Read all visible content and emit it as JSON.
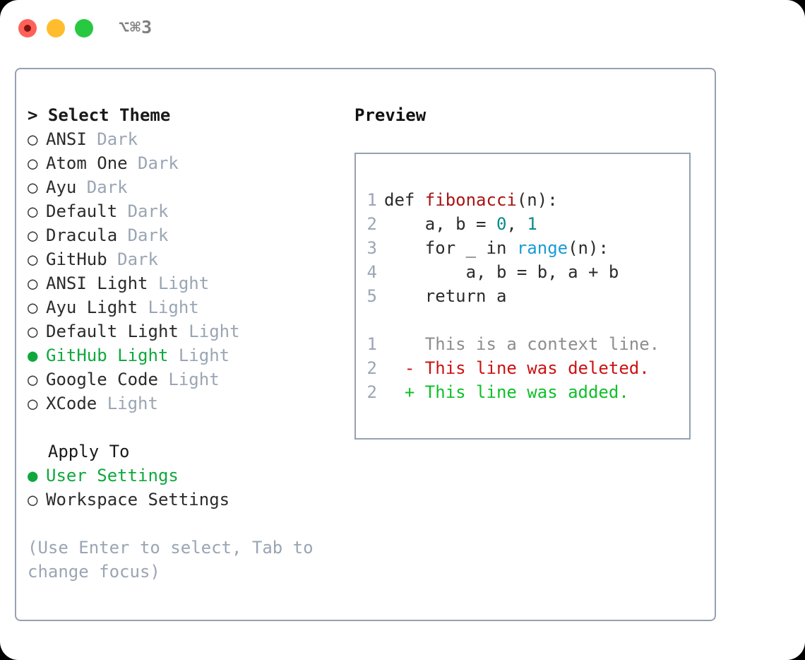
{
  "titlebar": {
    "shortcut": "⌥⌘3",
    "lights": [
      "close-red",
      "minimize-yellow",
      "zoom-green"
    ]
  },
  "theme_section": {
    "header": "> Select Theme",
    "items": [
      {
        "bullet": "○",
        "label": "ANSI",
        "suffix": "Dark",
        "selected": false
      },
      {
        "bullet": "○",
        "label": "Atom One",
        "suffix": "Dark",
        "selected": false
      },
      {
        "bullet": "○",
        "label": "Ayu",
        "suffix": "Dark",
        "selected": false
      },
      {
        "bullet": "○",
        "label": "Default",
        "suffix": "Dark",
        "selected": false
      },
      {
        "bullet": "○",
        "label": "Dracula",
        "suffix": "Dark",
        "selected": false
      },
      {
        "bullet": "○",
        "label": "GitHub",
        "suffix": "Dark",
        "selected": false
      },
      {
        "bullet": "○",
        "label": "ANSI Light",
        "suffix": "Light",
        "selected": false
      },
      {
        "bullet": "○",
        "label": "Ayu Light",
        "suffix": "Light",
        "selected": false
      },
      {
        "bullet": "○",
        "label": "Default Light",
        "suffix": "Light",
        "selected": false
      },
      {
        "bullet": "●",
        "label": "GitHub Light",
        "suffix": "Light",
        "selected": true
      },
      {
        "bullet": "○",
        "label": "Google Code",
        "suffix": "Light",
        "selected": false
      },
      {
        "bullet": "○",
        "label": "XCode",
        "suffix": "Light",
        "selected": false
      }
    ]
  },
  "apply_section": {
    "header": "  Apply To",
    "items": [
      {
        "bullet": "●",
        "label": "User Settings",
        "suffix": "",
        "selected": true
      },
      {
        "bullet": "○",
        "label": "Workspace Settings",
        "suffix": "",
        "selected": false
      }
    ]
  },
  "hint": "(Use Enter to select, Tab to change focus)",
  "preview": {
    "title": "Preview",
    "code_lines": [
      {
        "num": "1",
        "tokens": [
          {
            "t": "def ",
            "c": "tok-def"
          },
          {
            "t": "fibonacci",
            "c": "tok-fn"
          },
          {
            "t": "(n):",
            "c": "tok-plain"
          }
        ]
      },
      {
        "num": "2",
        "tokens": [
          {
            "t": "    a, b = ",
            "c": "tok-plain"
          },
          {
            "t": "0",
            "c": "tok-num"
          },
          {
            "t": ", ",
            "c": "tok-plain"
          },
          {
            "t": "1",
            "c": "tok-num"
          }
        ]
      },
      {
        "num": "3",
        "tokens": [
          {
            "t": "    for _ in ",
            "c": "tok-plain"
          },
          {
            "t": "range",
            "c": "tok-bi"
          },
          {
            "t": "(n):",
            "c": "tok-plain"
          }
        ]
      },
      {
        "num": "4",
        "tokens": [
          {
            "t": "        a, b = b, a + b",
            "c": "tok-plain"
          }
        ]
      },
      {
        "num": "5",
        "tokens": [
          {
            "t": "    return a",
            "c": "tok-plain"
          }
        ]
      }
    ],
    "diff_lines": [
      {
        "num": "1",
        "marker": "  ",
        "text": "This is a context line.",
        "cls": "diff-ctx"
      },
      {
        "num": "2",
        "marker": "- ",
        "text": "This line was deleted.",
        "cls": "diff-del"
      },
      {
        "num": "2",
        "marker": "+ ",
        "text": "This line was added.",
        "cls": "diff-add"
      }
    ]
  },
  "colors": {
    "selected_green": "#0fa83c",
    "muted_blue_gray": "#9aa5b4",
    "border": "#94a1b2",
    "diff_add": "#0fbf2a",
    "diff_del": "#cc1111",
    "token_function": "#a81414",
    "token_number": "#0a8a8a",
    "token_builtin": "#1b9ad6"
  }
}
